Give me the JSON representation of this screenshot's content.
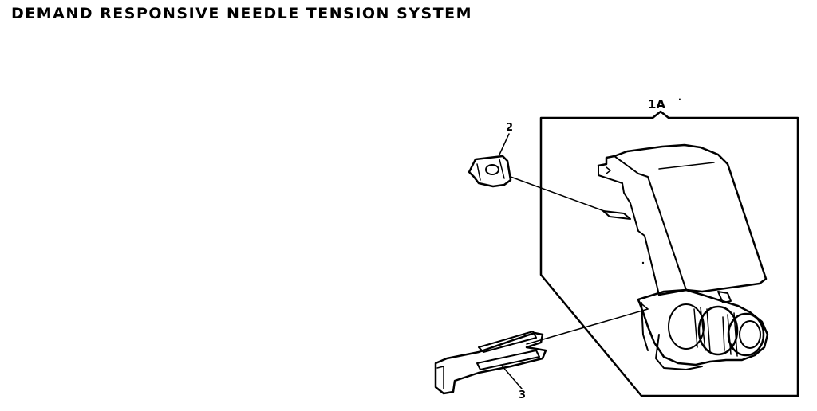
{
  "title": "DEMAND RESPONSIVE NEEDLE TENSION SYSTEM",
  "callouts": {
    "assembly": "1A",
    "part_2": "2",
    "part_3": "3"
  },
  "colors": {
    "ink": "#000000",
    "paper": "#ffffff"
  }
}
